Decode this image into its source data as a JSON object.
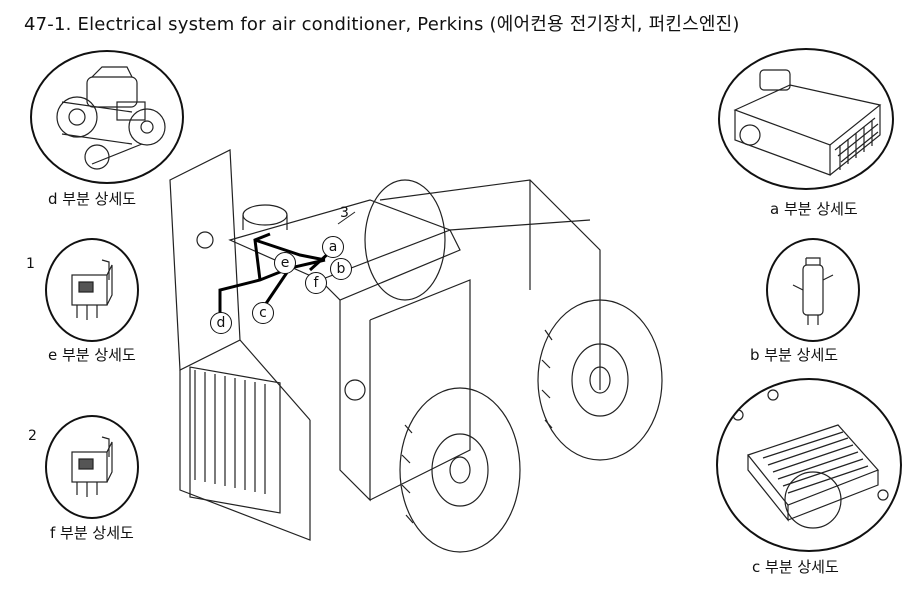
{
  "title": "47-1. Electrical system for air conditioner, Perkins (에어컨용 전기장치, 퍼킨스엔진)",
  "details": {
    "d": "d 부분 상세도",
    "a": "a 부분 상세도",
    "e": "e 부분 상세도",
    "b": "b 부분 상세도",
    "f": "f 부분 상세도",
    "c": "c 부분 상세도"
  },
  "callouts": {
    "n1": "1",
    "n2": "2",
    "n3": "3",
    "la": "a",
    "lb": "b",
    "lc": "c",
    "ld": "d",
    "le": "e",
    "lf": "f"
  }
}
